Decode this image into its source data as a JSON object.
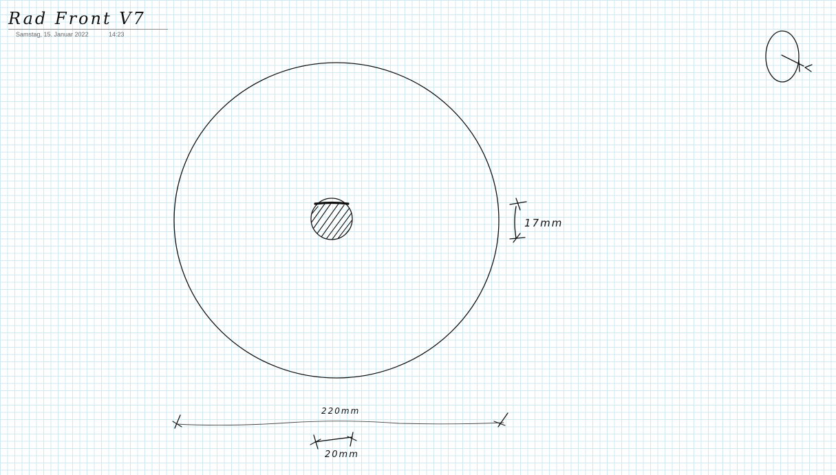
{
  "note": {
    "title": "Rad Front V7",
    "date": "Samstag, 15. Januar 2022",
    "time": "14:23"
  },
  "sketch": {
    "dimension_thickness": "17mm",
    "dimension_diameter": "220mm",
    "dimension_hub": "20mm",
    "ink_color": "#111111",
    "grid_color": "#cfe9f2"
  }
}
